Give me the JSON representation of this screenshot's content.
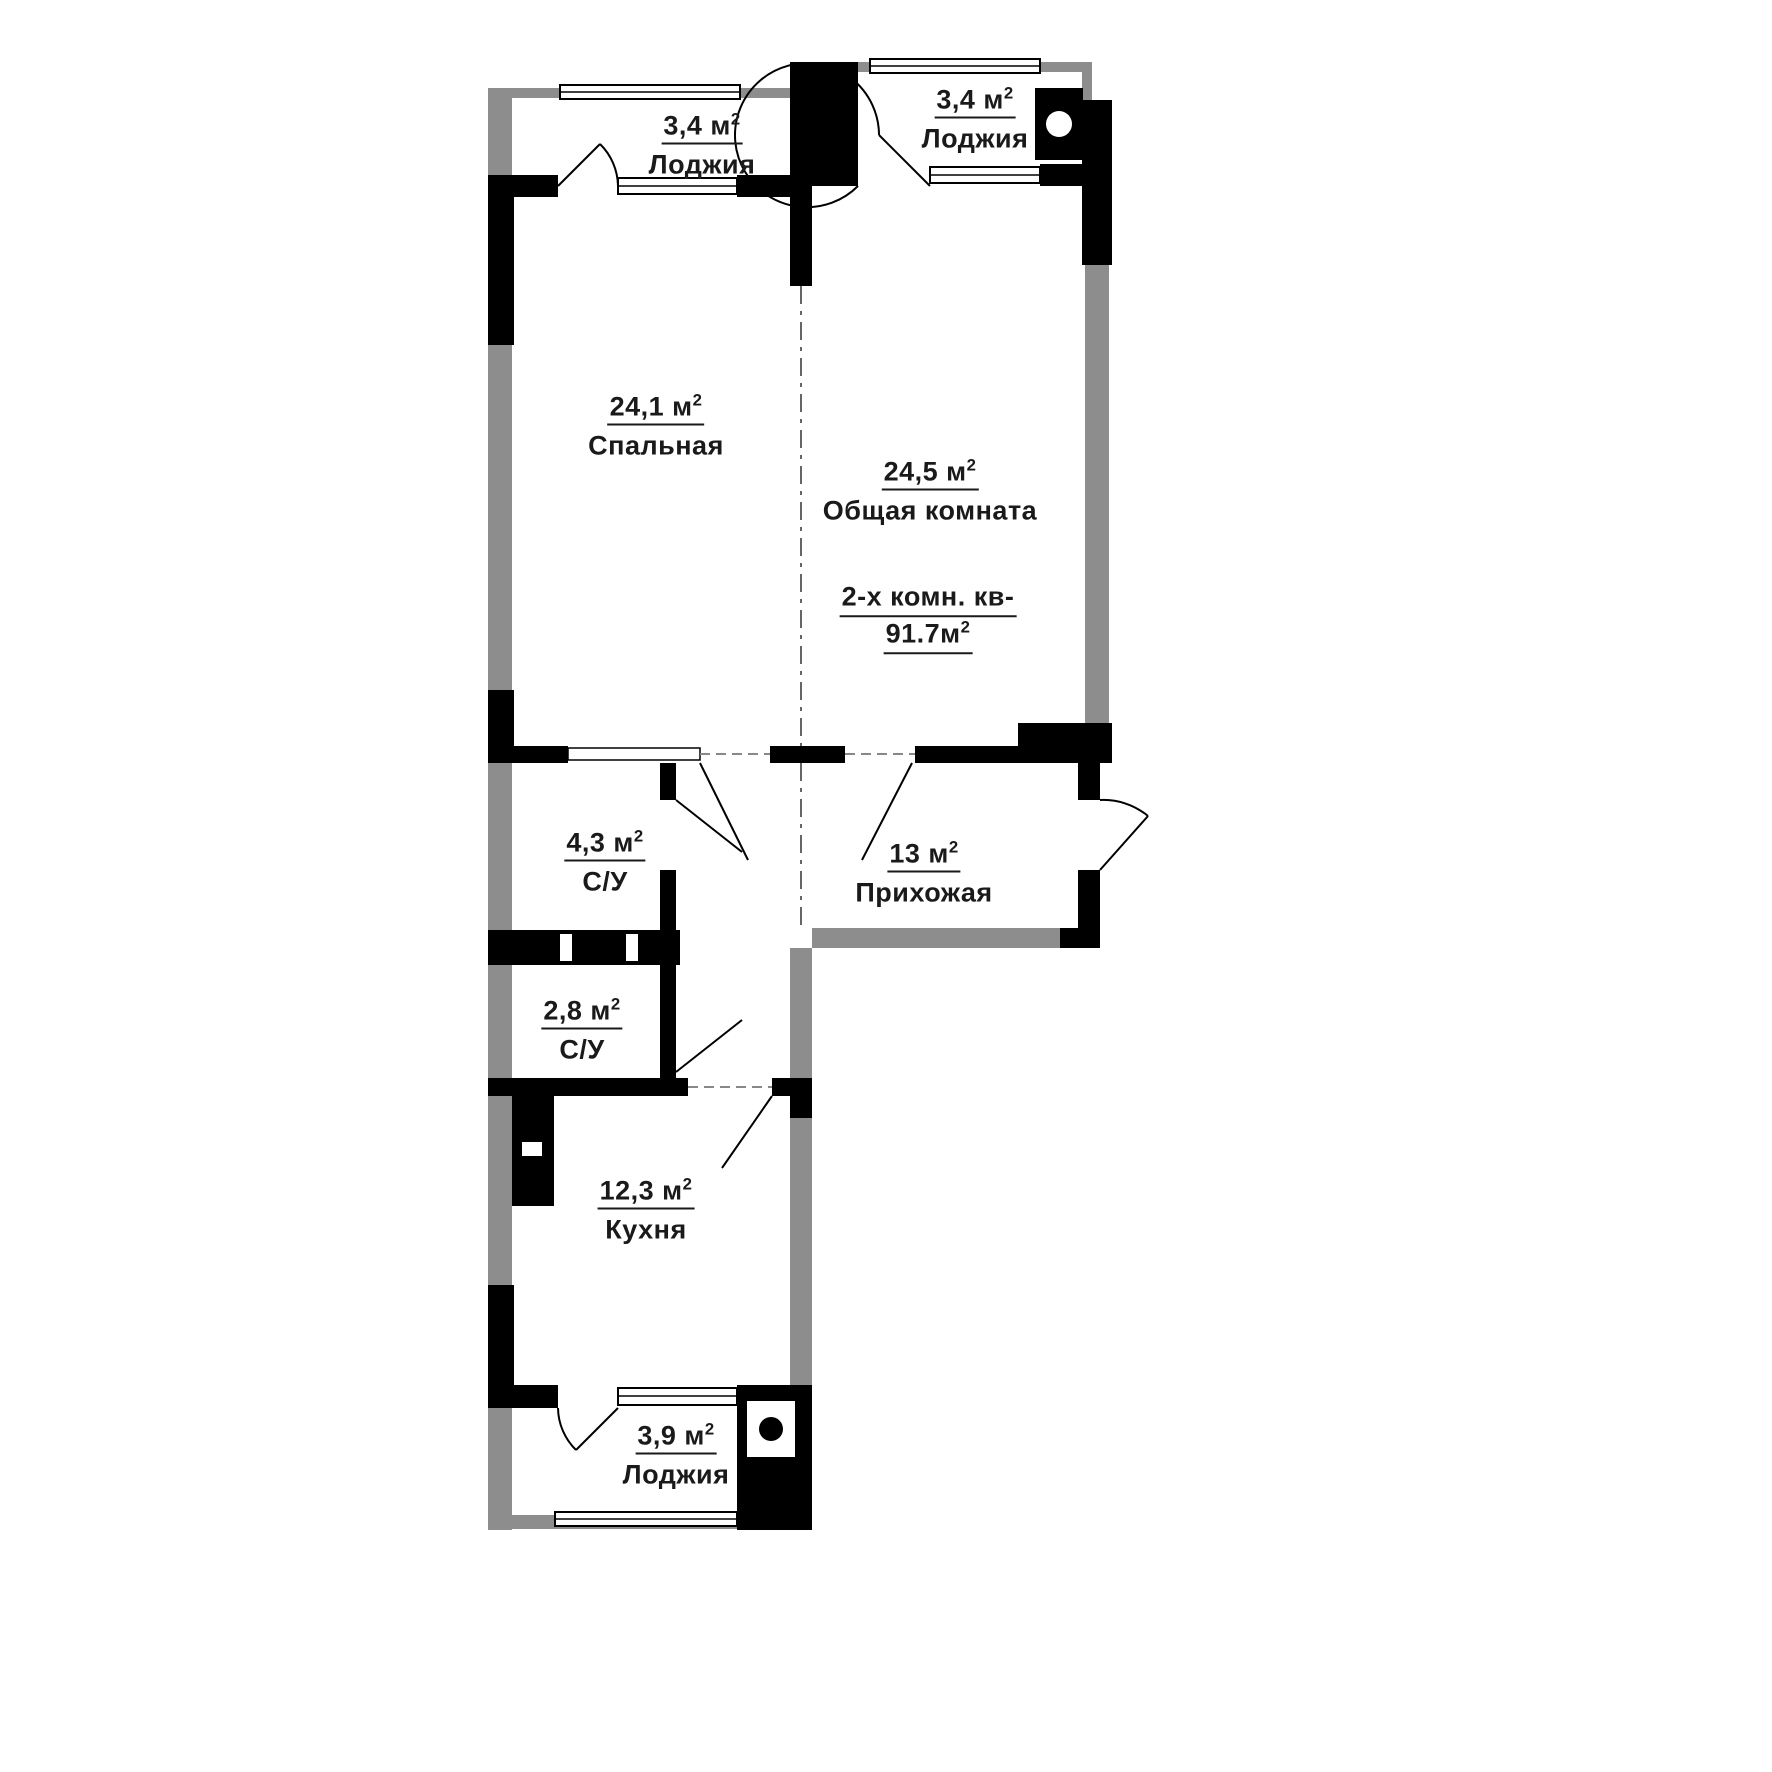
{
  "plan": {
    "title": {
      "line1": "2-х комн. кв-",
      "line2": "91.7м",
      "sup": "2"
    },
    "rooms": [
      {
        "id": "loggia-top-left",
        "area": "3,4 м",
        "sup": "2",
        "name": "Лоджия"
      },
      {
        "id": "loggia-top-right",
        "area": "3,4 м",
        "sup": "2",
        "name": "Лоджия"
      },
      {
        "id": "bedroom",
        "area": "24,1 м",
        "sup": "2",
        "name": "Спальная"
      },
      {
        "id": "living-room",
        "area": "24,5 м",
        "sup": "2",
        "name": "Общая комната"
      },
      {
        "id": "bathroom",
        "area": "4,3 м",
        "sup": "2",
        "name": "С/У"
      },
      {
        "id": "hallway",
        "area": "13 м",
        "sup": "2",
        "name": "Прихожая"
      },
      {
        "id": "toilet",
        "area": "2,8 м",
        "sup": "2",
        "name": "С/У"
      },
      {
        "id": "kitchen",
        "area": "12,3 м",
        "sup": "2",
        "name": "Кухня"
      },
      {
        "id": "loggia-bottom",
        "area": "3,9 м",
        "sup": "2",
        "name": "Лоджия"
      }
    ],
    "colors": {
      "wall_black": "#000000",
      "wall_gray": "#8d8d8d",
      "background": "#ffffff"
    }
  }
}
